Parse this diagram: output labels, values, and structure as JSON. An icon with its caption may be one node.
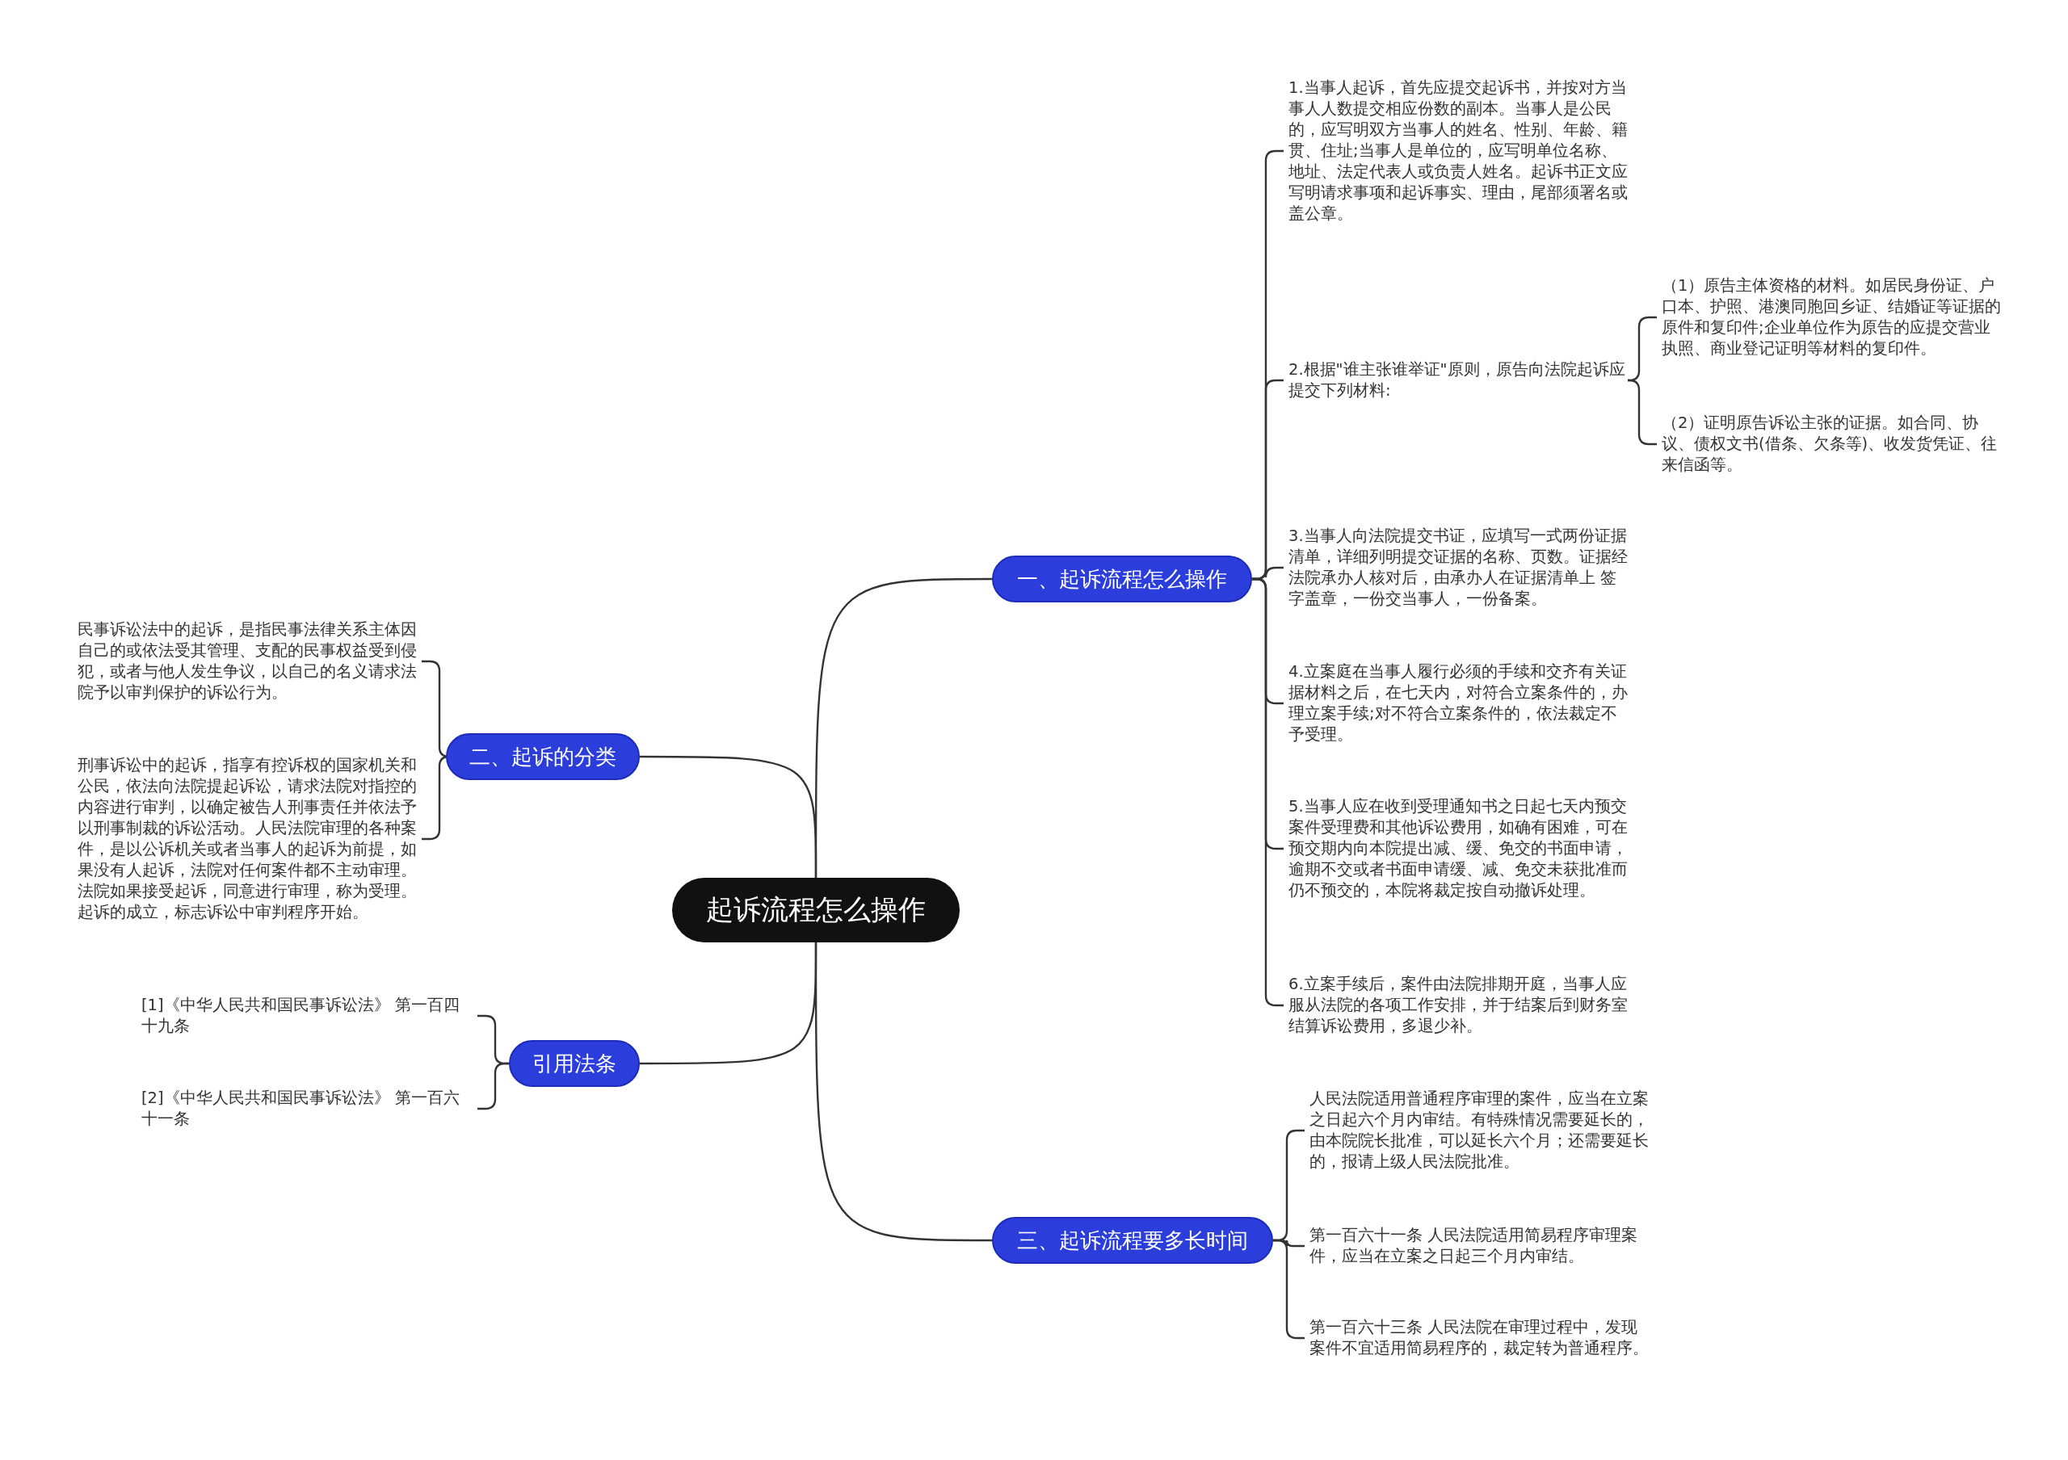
{
  "diagram": {
    "nodes": [
      {
        "text": [
          "起诉流程怎么操作"
        ]
      },
      {
        "text": [
          "一、起诉流程怎么操作"
        ]
      },
      {
        "text": [
          "1.当事人起诉，首先应提交起诉书，并按对方当事人人数提交相应份数的副本。当事人是公民的，应写明双方当事人的姓名、性别、年龄、籍贯、住址;当事人是单位的，应写明单位名称、地址、法定代表人或负责人姓名。起诉书正文应写明请求事项和起诉事实、理由，尾部须署名或盖公章。"
        ]
      },
      {
        "text": [
          "2.根据\"谁主张谁举证\"原则，原告向法院起诉应提交下列材料:"
        ]
      },
      {
        "text": [
          "（1）原告主体资格的材料。如居民身份证、户口本、护照、港澳同胞回乡证、结婚证等证据的原件和复印件;企业单位作为原告的应提交营业执照、商业登记证明等材料的复印件。"
        ]
      },
      {
        "text": [
          "（2）证明原告诉讼主张的证据。如合同、协议、债权文书(借条、欠条等)、收发货凭证、往来信函等。"
        ]
      },
      {
        "text": [
          "3.当事人向法院提交书证，应填写一式两份证据清单，详细列明提交证据的名称、页数。证据经法院承办人核对后，由承办人在证据清单上 签字盖章，一份交当事人，一份备案。"
        ]
      },
      {
        "text": [
          "4.立案庭在当事人履行必须的手续和交齐有关证据材料之后，在七天内，对符合立案条件的，办理立案手续;对不符合立案条件的，依法裁定不予受理。"
        ]
      },
      {
        "text": [
          "5.当事人应在收到受理通知书之日起七天内预交案件受理费和其他诉讼费用，如确有困难，可在预交期内向本院提出减、缓、免交的书面申请，逾期不交或者书面申请缓、减、免交未获批准而仍不预交的，本院将裁定按自动撤诉处理。"
        ]
      },
      {
        "text": [
          "6.立案手续后，案件由法院排期开庭，当事人应服从法院的各项工作安排，并于结案后到财务室结算诉讼费用，多退少补。"
        ]
      },
      {
        "text": [
          "二、起诉的分类"
        ]
      },
      {
        "text": [
          "民事诉讼法中的起诉，是指民事法律关系主体因自己的或依法受其管理、支配的民事权益受到侵犯，或者与他人发生争议，以自己的名义请求法院予以审判保护的诉讼行为。"
        ]
      },
      {
        "text": [
          "刑事诉讼中的起诉，指享有控诉权的国家机关和公民，依法向法院提起诉讼，请求法院对指控的内容进行审判，以确定被告人刑事责任并依法予以刑事制裁的诉讼活动。人民法院审理的各种案件，是以公诉机关或者当事人的起诉为前提，如果没有人起诉，法院对任何案件都不主动审理。法院如果接受起诉，同意进行审理，称为受理。起诉的成立，标志诉讼中审判程序开始。"
        ]
      },
      {
        "text": [
          "引用法条"
        ]
      },
      {
        "text": [
          "[1]《中华人民共和国民事诉讼法》 第一百四十九条"
        ]
      },
      {
        "text": [
          "[2]《中华人民共和国民事诉讼法》 第一百六十一条"
        ]
      },
      {
        "text": [
          "三、起诉流程要多长时间"
        ]
      },
      {
        "text": [
          "人民法院适用普通程序审理的案件，应当在立案之日起六个月内审结。有特殊情况需要延长的，由本院院长批准，可以延长六个月；还需要延长的，报请上级人民法院批准。"
        ]
      },
      {
        "text": [
          "第一百六十一条 人民法院适用简易程序审理案件，应当在立案之日起三个月内审结。"
        ]
      },
      {
        "text": [
          "第一百六十三条 人民法院在审理过程中，发现案件不宜适用简易程序的，裁定转为普通程序。"
        ]
      }
    ],
    "edges": [
      {
        "from": 0,
        "to": 1,
        "arrow": "none"
      },
      {
        "from": 0,
        "to": 10,
        "arrow": "none"
      },
      {
        "from": 0,
        "to": 13,
        "arrow": "none"
      },
      {
        "from": 0,
        "to": 16,
        "arrow": "none"
      },
      {
        "from": 1,
        "to": 2,
        "arrow": "none"
      },
      {
        "from": 1,
        "to": 3,
        "arrow": "none"
      },
      {
        "from": 3,
        "to": 4,
        "arrow": "none"
      },
      {
        "from": 3,
        "to": 5,
        "arrow": "none"
      },
      {
        "from": 1,
        "to": 6,
        "arrow": "none"
      },
      {
        "from": 1,
        "to": 7,
        "arrow": "none"
      },
      {
        "from": 1,
        "to": 8,
        "arrow": "none"
      },
      {
        "from": 1,
        "to": 9,
        "arrow": "none"
      },
      {
        "from": 10,
        "to": 11,
        "arrow": "none"
      },
      {
        "from": 10,
        "to": 12,
        "arrow": "none"
      },
      {
        "from": 13,
        "to": 14,
        "arrow": "none"
      },
      {
        "from": 13,
        "to": 15,
        "arrow": "none"
      },
      {
        "from": 16,
        "to": 17,
        "arrow": "none"
      },
      {
        "from": 16,
        "to": 18,
        "arrow": "none"
      },
      {
        "from": 16,
        "to": 19,
        "arrow": "none"
      }
    ]
  }
}
